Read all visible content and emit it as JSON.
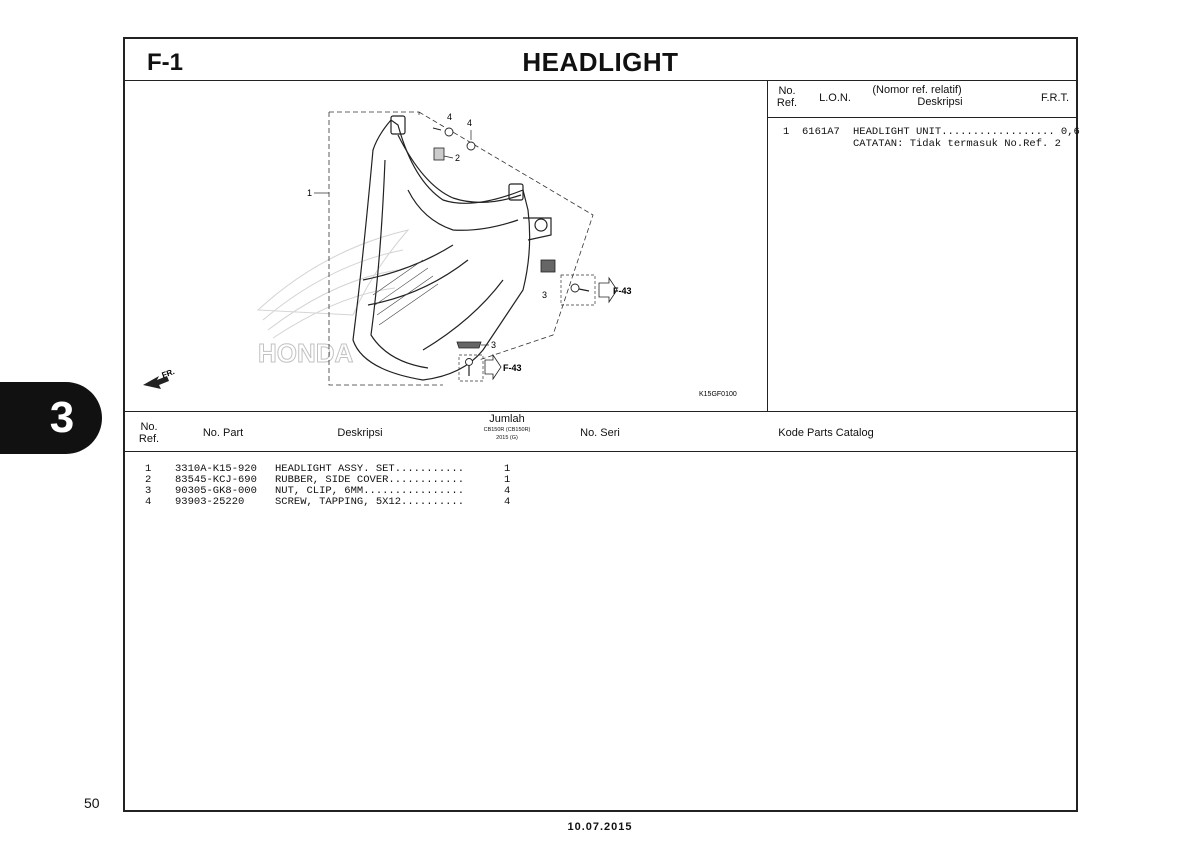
{
  "section": {
    "code": "F-1",
    "title": "HEADLIGHT"
  },
  "lon_table": {
    "headers": {
      "no_ref": "No.\nRef.",
      "lon": "L.O.N.",
      "desc_top": "(Nomor ref. relatif)",
      "desc": "Deskripsi",
      "frt": "F.R.T."
    },
    "rows": [
      {
        "ref": "1",
        "lon": "6161A7",
        "line1": "HEADLIGHT UNIT.................. 0,6",
        "line2": "CATATAN: Tidak termasuk No.Ref. 2"
      }
    ]
  },
  "diagram": {
    "code": "K15GF0100",
    "callouts": [
      "1",
      "2",
      "3",
      "3",
      "4",
      "4"
    ],
    "refs": [
      "F-43",
      "F-43"
    ],
    "direction": "FR.",
    "watermark": "HONDA"
  },
  "parts_table": {
    "headers": {
      "no_ref": "No.\nRef.",
      "no_part": "No. Part",
      "deskripsi": "Deskripsi",
      "jumlah": "Jumlah",
      "jumlah_sub1": "CB150R (CB150R)",
      "jumlah_sub2": "2015 (G)",
      "no_seri": "No. Seri",
      "kode": "Kode Parts Catalog"
    },
    "rows": [
      {
        "ref": "1",
        "part": "3310A-K15-920",
        "desc": "HEADLIGHT ASSY. SET...........",
        "qty": "1"
      },
      {
        "ref": "2",
        "part": "83545-KCJ-690",
        "desc": "RUBBER, SIDE COVER............",
        "qty": "1"
      },
      {
        "ref": "3",
        "part": "90305-GK8-000",
        "desc": "NUT, CLIP, 6MM................",
        "qty": "4"
      },
      {
        "ref": "4",
        "part": "93903-25220",
        "desc": "SCREW, TAPPING, 5X12..........",
        "qty": "4"
      }
    ]
  },
  "tab_number": "3",
  "page_number": "50",
  "date": "10.07.2015"
}
